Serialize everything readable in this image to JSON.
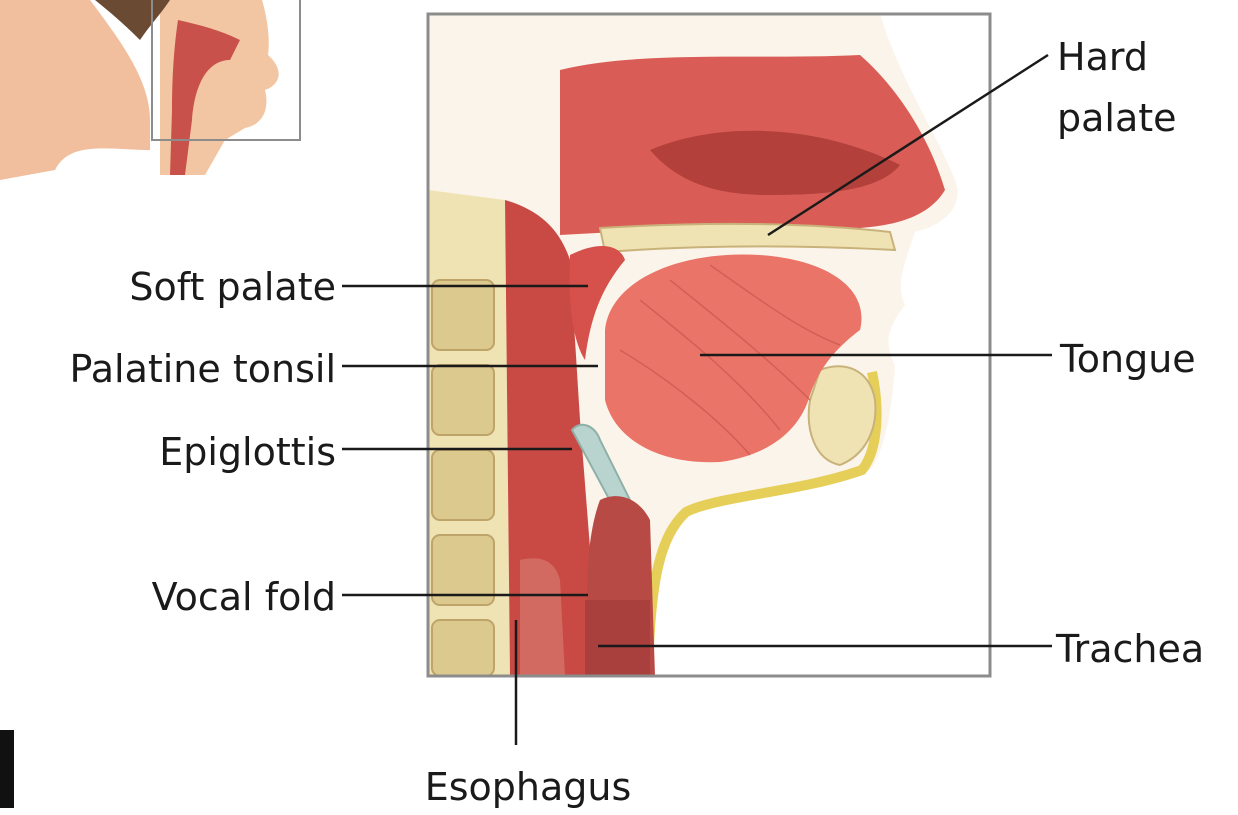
{
  "labels": {
    "hard_palate_line1": "Hard",
    "hard_palate_line2": "palate",
    "soft_palate": "Soft palate",
    "palatine_tonsil": "Palatine tonsil",
    "epiglottis": "Epiglottis",
    "vocal_fold": "Vocal fold",
    "tongue": "Tongue",
    "trachea": "Trachea",
    "esophagus": "Esophagus"
  },
  "colors": {
    "tissue": "#e2685f",
    "tissue_dark": "#b83b37",
    "tongue": "#ea7468",
    "bone": "#efe3b4",
    "skin": "#f3c39f",
    "skin_outline": "#e6cf58",
    "cartilage": "#b9d4cf",
    "frame": "#8c8c8c"
  }
}
